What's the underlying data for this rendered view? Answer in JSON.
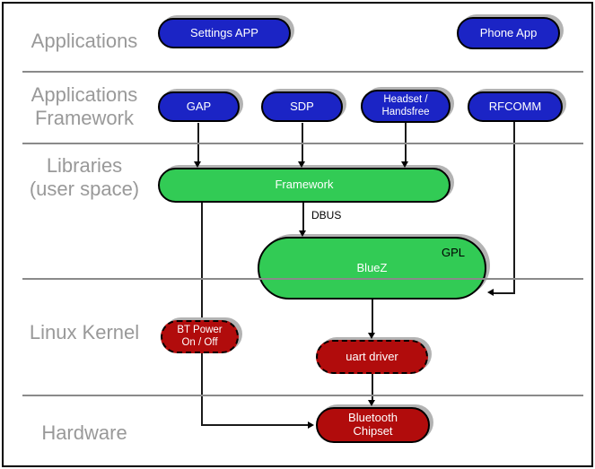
{
  "layers": {
    "applications": {
      "label": "Applications"
    },
    "app_framework": {
      "line1": "Applications",
      "line2": "Framework"
    },
    "libraries": {
      "line1": "Libraries",
      "line2": "(user space)"
    },
    "kernel": {
      "label": "Linux Kernel"
    },
    "hardware": {
      "label": "Hardware"
    }
  },
  "nodes": {
    "settings_app": {
      "label": "Settings APP"
    },
    "phone_app": {
      "label": "Phone App"
    },
    "gap": {
      "label": "GAP"
    },
    "sdp": {
      "label": "SDP"
    },
    "headset": {
      "line1": "Headset /",
      "line2": "Handsfree"
    },
    "rfcomm": {
      "label": "RFCOMM"
    },
    "framework": {
      "label": "Framework"
    },
    "bluez": {
      "label": "BlueZ",
      "badge": "GPL"
    },
    "bt_power": {
      "line1": "BT Power",
      "line2": "On / Off"
    },
    "uart": {
      "label": "uart driver"
    },
    "chipset": {
      "line1": "Bluetooth",
      "line2": "Chipset"
    }
  },
  "edges": {
    "dbus": "DBUS"
  },
  "colors": {
    "app_node_blue": "#1b24c5",
    "lib_node_green": "#32cb55",
    "kernel_node_red": "#b10c0c",
    "label_gray": "#999999",
    "divider_gray": "#8a8a8a",
    "shadow_gray": "#b3b3b3",
    "text_white": "#ffffff",
    "line_black": "#1a1a1a"
  }
}
